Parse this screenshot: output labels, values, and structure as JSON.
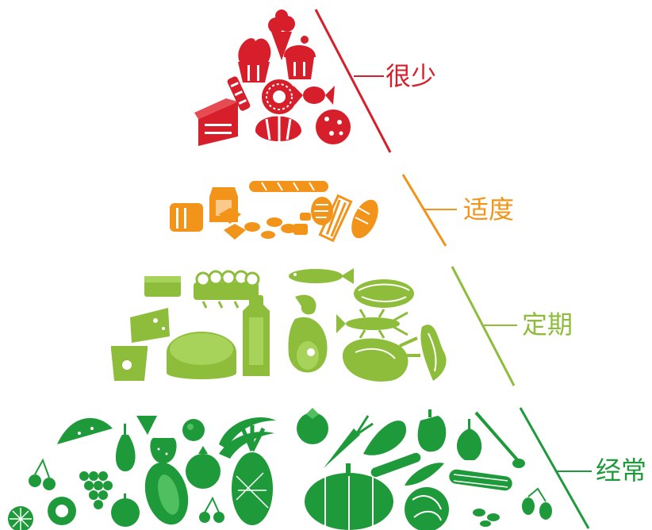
{
  "tiers": [
    {
      "label": "很少",
      "color": "#d71f2b",
      "foods": [
        "cake-slice",
        "cupcake",
        "ice-cream-cone",
        "candy",
        "doughnut",
        "croissant",
        "cookie",
        "candy-cane"
      ]
    },
    {
      "label": "适度",
      "color": "#f29419",
      "foods": [
        "bread-loaf",
        "milk-carton",
        "baguette",
        "pasta",
        "peanuts",
        "potato-chips",
        "breadsticks",
        "bun"
      ]
    },
    {
      "label": "定期",
      "color": "#8dbd3a",
      "foods": [
        "butter",
        "eggs",
        "fish",
        "cheese-wedge",
        "cheese-wheel",
        "milk-bottle",
        "shrimp",
        "fish-steak",
        "lobster",
        "ham",
        "yogurt",
        "roast-chicken",
        "bacon"
      ]
    },
    {
      "label": "经常",
      "color": "#1f9a3a",
      "foods": [
        "watermelon",
        "pear",
        "strawberry",
        "orange",
        "banana",
        "cherries",
        "grapes",
        "kiwi",
        "lemon",
        "apple",
        "papaya",
        "pineapple",
        "pomegranate",
        "tomato",
        "carrot",
        "eggplant",
        "pepper",
        "garlic",
        "cucumber",
        "peas",
        "corn",
        "pumpkin",
        "cabbage",
        "olives"
      ]
    }
  ]
}
